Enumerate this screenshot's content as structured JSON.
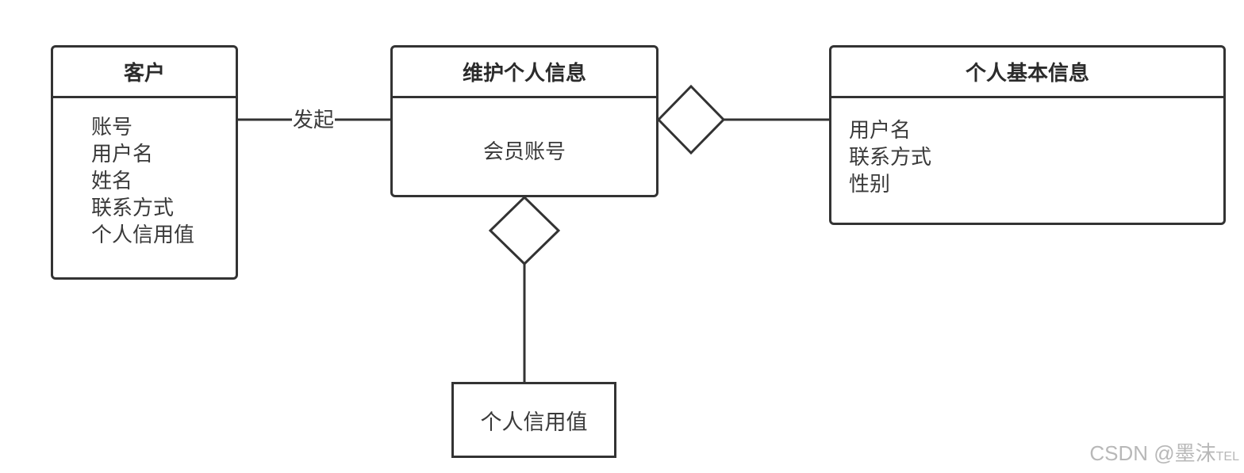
{
  "diagram": {
    "customer": {
      "title": "客户",
      "attributes": [
        "账号",
        "用户名",
        "姓名",
        "联系方式",
        "个人信用值"
      ]
    },
    "maintain_info": {
      "title": "维护个人信息",
      "attributes": [
        "会员账号"
      ]
    },
    "basic_info": {
      "title": "个人基本信息",
      "attributes": [
        "用户名",
        "联系方式",
        "性别"
      ]
    },
    "credit_value": {
      "label": "个人信用值"
    },
    "edges": {
      "initiate_label": "发起"
    }
  },
  "watermark": {
    "main": "CSDN @墨沫",
    "suffix": "TEL"
  },
  "colors": {
    "stroke": "#333333",
    "text": "#3a3a3a",
    "watermark": "#b8b8b8"
  }
}
